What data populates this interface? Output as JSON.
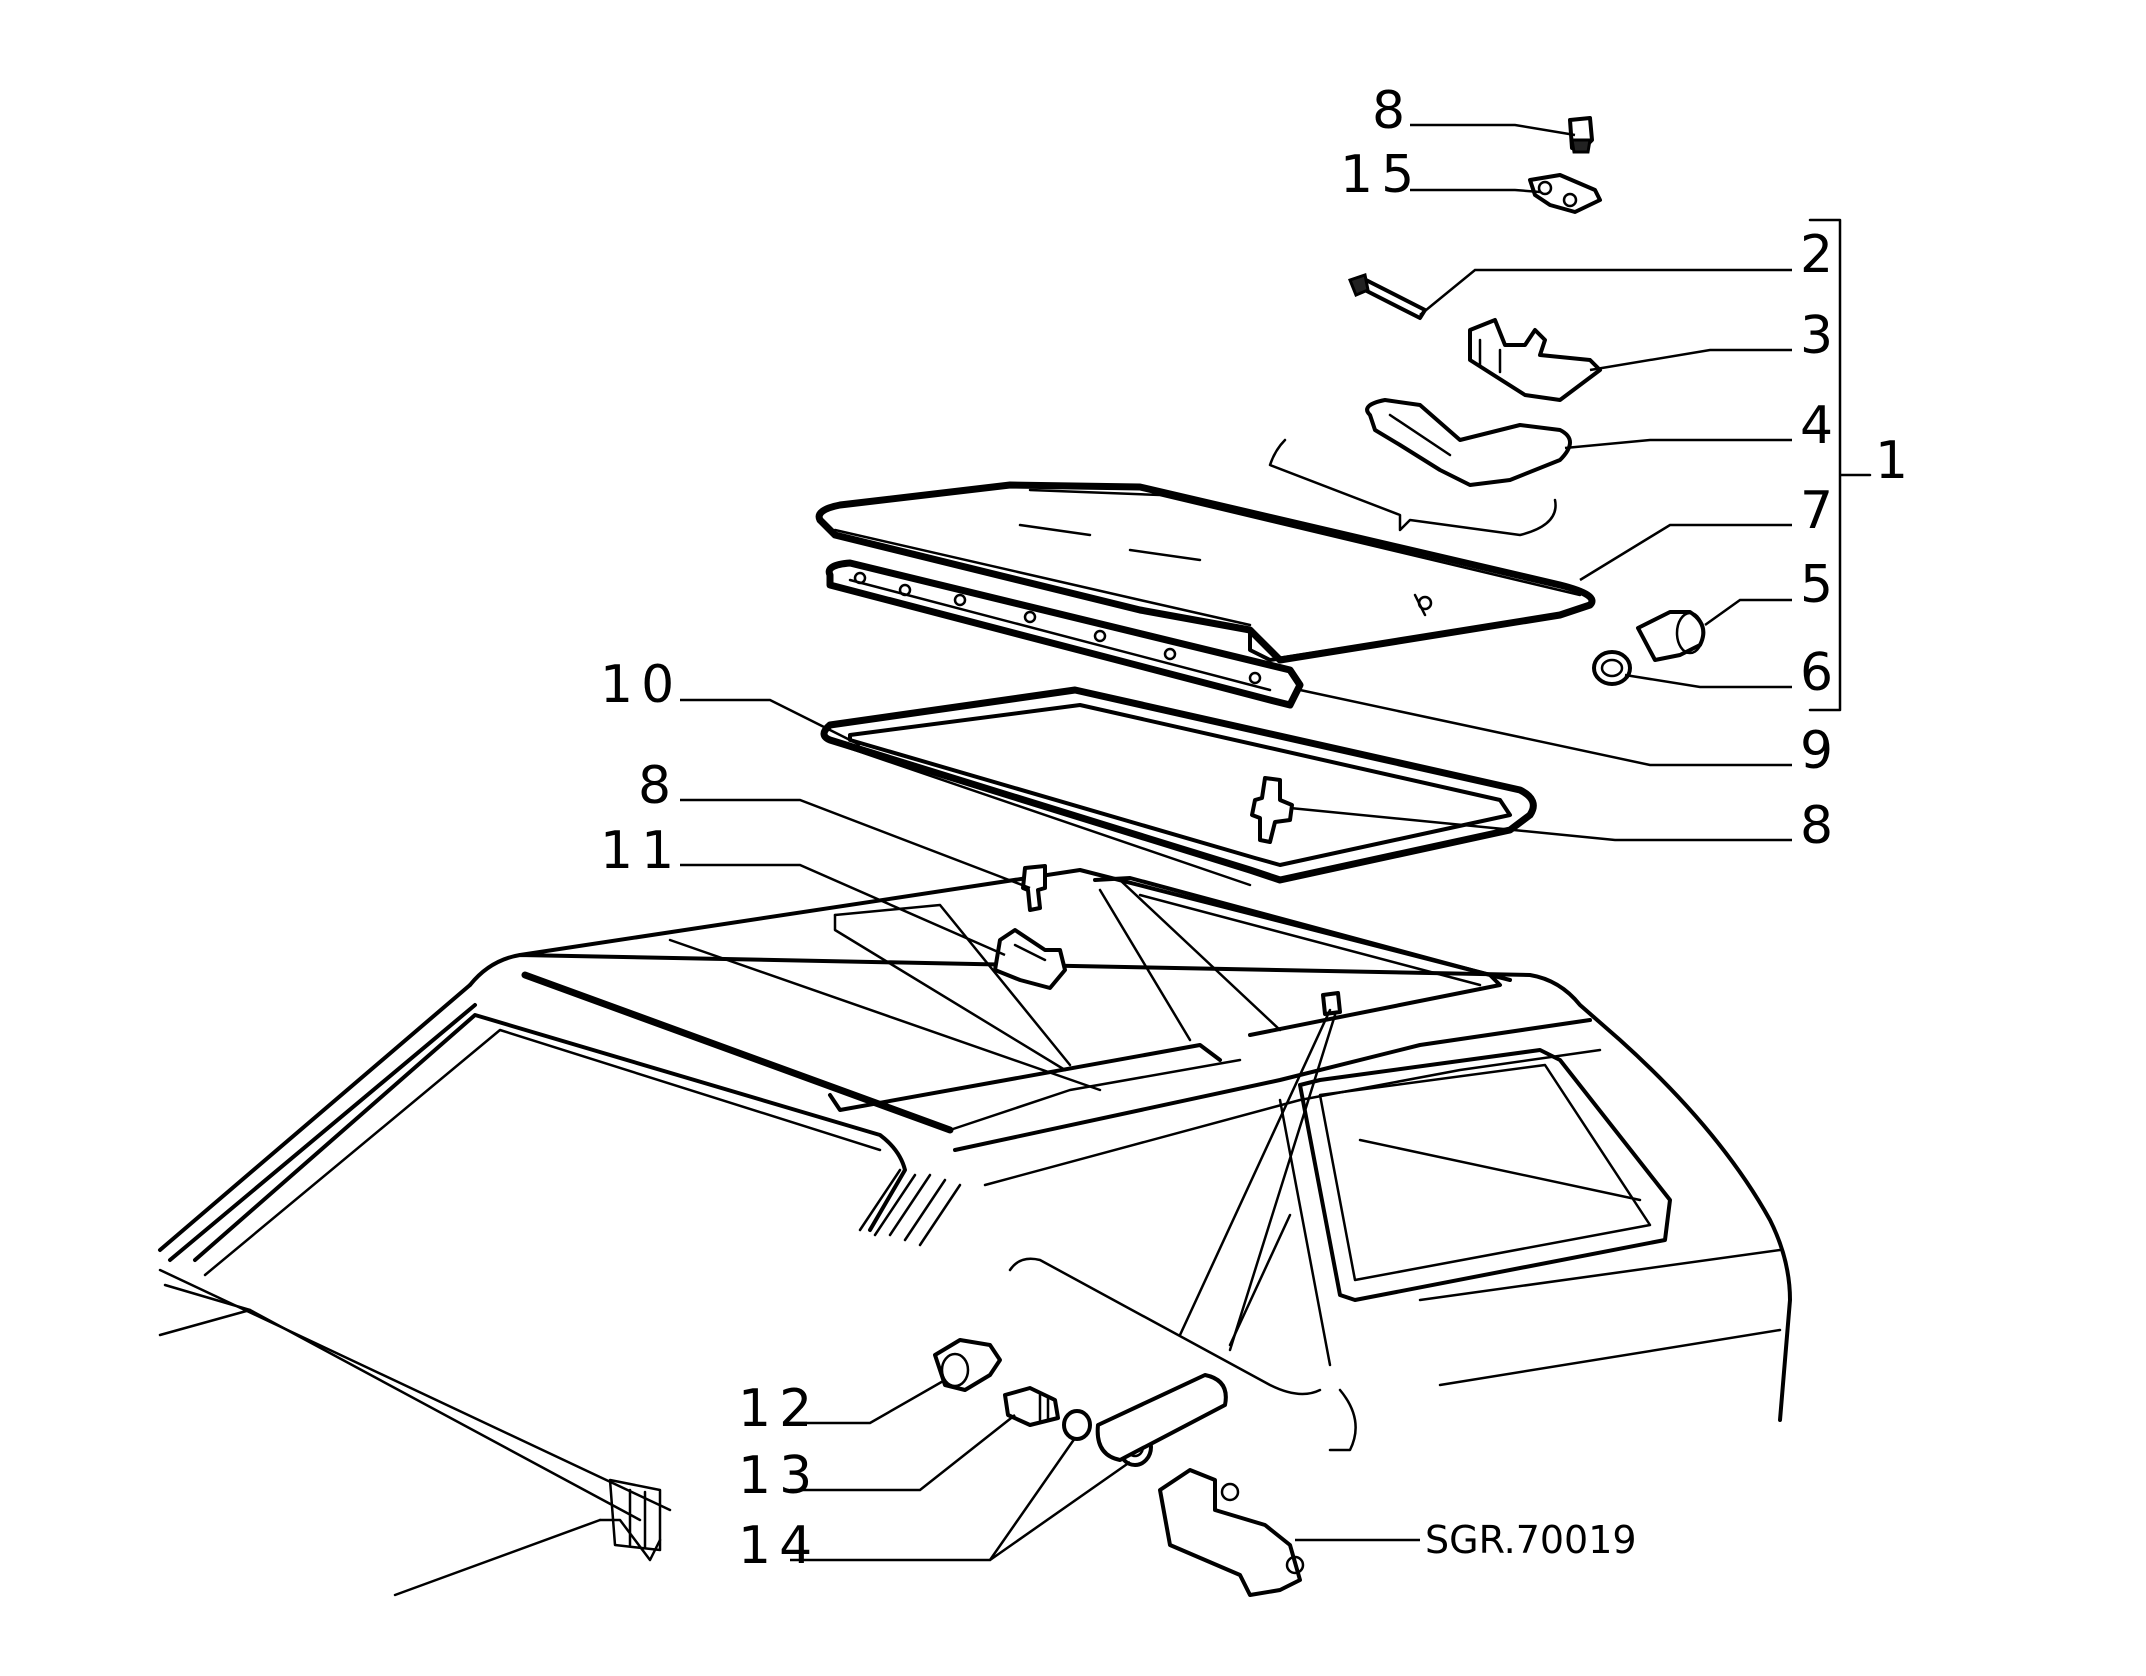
{
  "diagram": {
    "reference_code": "SGR.70019",
    "parts": [
      {
        "id": "8-top",
        "number": "8"
      },
      {
        "id": "15",
        "number": "15"
      },
      {
        "id": "2",
        "number": "2"
      },
      {
        "id": "3",
        "number": "3"
      },
      {
        "id": "4",
        "number": "4"
      },
      {
        "id": "1",
        "number": "1"
      },
      {
        "id": "7",
        "number": "7"
      },
      {
        "id": "5",
        "number": "5"
      },
      {
        "id": "6",
        "number": "6"
      },
      {
        "id": "10",
        "number": "10"
      },
      {
        "id": "9",
        "number": "9"
      },
      {
        "id": "8-left",
        "number": "8"
      },
      {
        "id": "8-right",
        "number": "8"
      },
      {
        "id": "11",
        "number": "11"
      },
      {
        "id": "12",
        "number": "12"
      },
      {
        "id": "13",
        "number": "13"
      },
      {
        "id": "14",
        "number": "14"
      }
    ]
  }
}
